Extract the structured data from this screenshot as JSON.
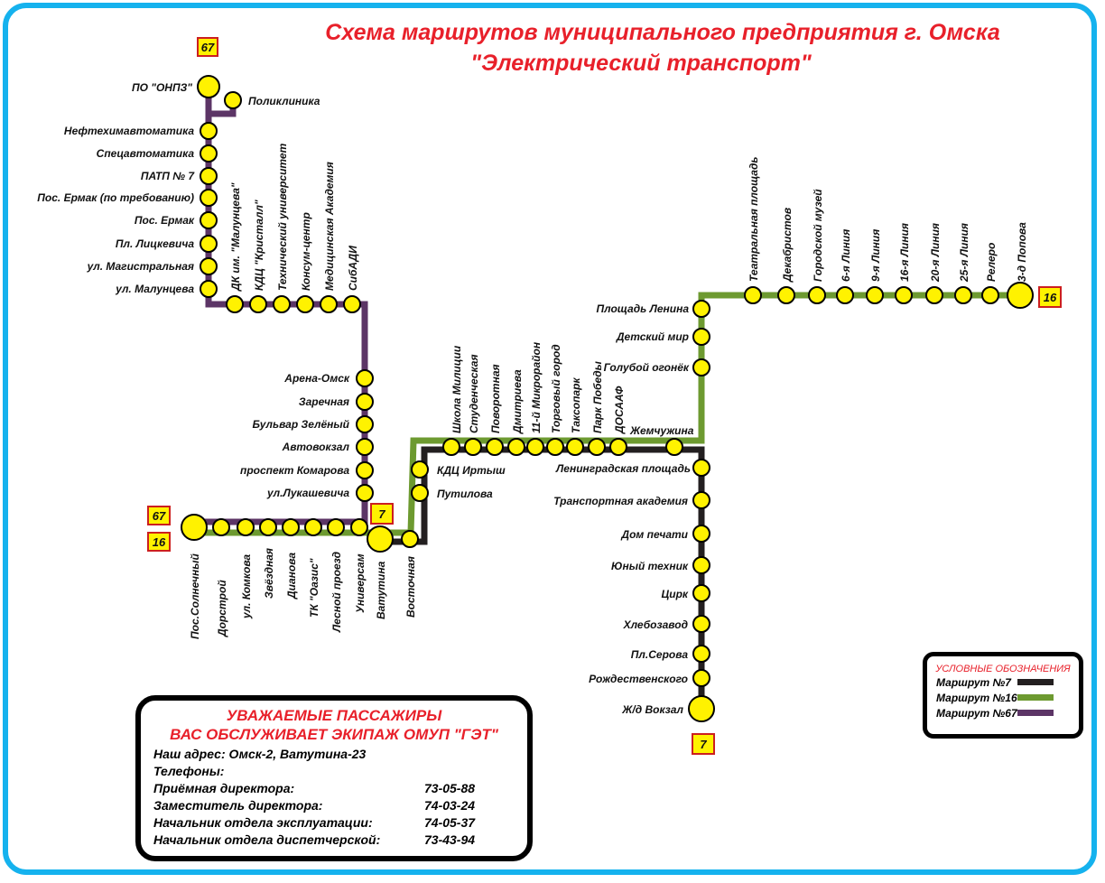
{
  "title": [
    "Схема маршрутов муниципального предприятия г. Омска",
    "\"Электрический транспорт\""
  ],
  "colors": {
    "route7": "#231f20",
    "route16": "#6d9a30",
    "route67": "#5c3566",
    "stop": "#fff200",
    "accent": "#e8202a",
    "frame": "#15b2ee",
    "badge_bg": "#fff200",
    "badge_border": "#cc1f1f"
  },
  "badges": [
    {
      "id": "b67-top",
      "text": "67"
    },
    {
      "id": "b67-left",
      "text": "67"
    },
    {
      "id": "b16-left",
      "text": "16"
    },
    {
      "id": "b7-center",
      "text": "7"
    },
    {
      "id": "b7-bottom",
      "text": "7"
    },
    {
      "id": "b16-right",
      "text": "16"
    }
  ],
  "stops": [
    {
      "id": "onpz",
      "name": "ПО \"ОНПЗ\""
    },
    {
      "id": "poliklinika",
      "name": "Поликлиника"
    },
    {
      "id": "neftekhim",
      "name": "Нефтехимавтоматика"
    },
    {
      "id": "spetsavto",
      "name": "Спецавтоматика"
    },
    {
      "id": "patp7",
      "name": "ПАТП № 7"
    },
    {
      "id": "ermak-req",
      "name": "Пос. Ермак (по требованию)"
    },
    {
      "id": "ermak",
      "name": "Пос. Ермак"
    },
    {
      "id": "litskevicha",
      "name": "Пл. Лицкевича"
    },
    {
      "id": "magistralnaya",
      "name": "ул. Магистральная"
    },
    {
      "id": "maluntseva",
      "name": "ул. Малунцева"
    },
    {
      "id": "dk-maluntseva",
      "name": "ДК им. \"Малунцева\""
    },
    {
      "id": "kdc-kristall",
      "name": "КДЦ \"Кристалл\""
    },
    {
      "id": "tech-univer",
      "name": "Технический университет"
    },
    {
      "id": "konsum",
      "name": "Консум-центр"
    },
    {
      "id": "med-akademiya",
      "name": "Медицинская Академия"
    },
    {
      "id": "sibadi",
      "name": "СибАДИ"
    },
    {
      "id": "arena",
      "name": "Арена-Омск"
    },
    {
      "id": "zarechnaya",
      "name": "Заречная"
    },
    {
      "id": "bulvar",
      "name": "Бульвар Зелёный"
    },
    {
      "id": "avtovokzal",
      "name": "Автовокзал"
    },
    {
      "id": "komarova",
      "name": "проспект Комарова"
    },
    {
      "id": "lukashevicha",
      "name": "ул.Лукашевича"
    },
    {
      "id": "solnechny",
      "name": "Пос.Солнечный"
    },
    {
      "id": "dorstroy",
      "name": "Дорстрой"
    },
    {
      "id": "komkova",
      "name": "ул. Комкова"
    },
    {
      "id": "zvezdnaya",
      "name": "Звёздная"
    },
    {
      "id": "dianova",
      "name": "Дианова"
    },
    {
      "id": "oazis",
      "name": "ТК \"Оазис\""
    },
    {
      "id": "lesnoy",
      "name": "Лесной проезд"
    },
    {
      "id": "universam",
      "name": "Универсам"
    },
    {
      "id": "vatutina",
      "name": "Ватутина"
    },
    {
      "id": "vostochnaya",
      "name": "Восточная"
    },
    {
      "id": "kdc-irtysh",
      "name": "КДЦ Иртыш"
    },
    {
      "id": "putilova",
      "name": "Путилова"
    },
    {
      "id": "shkola-militsii",
      "name": "Школа Милиции"
    },
    {
      "id": "studencheskaya",
      "name": "Студенческая"
    },
    {
      "id": "povorotnaya",
      "name": "Поворотная"
    },
    {
      "id": "dmitrieva",
      "name": "Дмитриева"
    },
    {
      "id": "mikrorayon11",
      "name": "11-й Микрорайон"
    },
    {
      "id": "torgovy-gorod",
      "name": "Торговый город"
    },
    {
      "id": "taksopark",
      "name": "Таксопарк"
    },
    {
      "id": "park-pobedy",
      "name": "Парк Победы"
    },
    {
      "id": "dosaaf",
      "name": "ДОСААФ"
    },
    {
      "id": "zhemchuzhina",
      "name": "Жемчужина"
    },
    {
      "id": "lenina",
      "name": "Площадь Ленина"
    },
    {
      "id": "detsky-mir",
      "name": "Детский мир"
    },
    {
      "id": "goluboy",
      "name": "Голубой огонёк"
    },
    {
      "id": "teatralnaya",
      "name": "Театральная площадь"
    },
    {
      "id": "dekabristov",
      "name": "Декабристов"
    },
    {
      "id": "gor-muzey",
      "name": "Городской музей"
    },
    {
      "id": "liniya6",
      "name": "6-я Линия"
    },
    {
      "id": "liniya9",
      "name": "9-я Линия"
    },
    {
      "id": "liniya16",
      "name": "16-я Линия"
    },
    {
      "id": "liniya20",
      "name": "20-я Линия"
    },
    {
      "id": "liniya25",
      "name": "25-я Линия"
    },
    {
      "id": "relero",
      "name": "Релеро"
    },
    {
      "id": "popova3",
      "name": "3-д Попова"
    },
    {
      "id": "leningradskaya",
      "name": "Ленинградская площадь"
    },
    {
      "id": "transport-akad",
      "name": "Транспортная академия"
    },
    {
      "id": "dom-pechati",
      "name": "Дом печати"
    },
    {
      "id": "yuny-tekhnik",
      "name": "Юный техник"
    },
    {
      "id": "tsirk",
      "name": "Цирк"
    },
    {
      "id": "khlebozavod",
      "name": "Хлебозавод"
    },
    {
      "id": "serova",
      "name": "Пл.Серова"
    },
    {
      "id": "rozhdestvenskogo",
      "name": "Рождественского"
    },
    {
      "id": "vokzal",
      "name": "Ж/д Вокзал"
    }
  ],
  "info": {
    "heading1": "УВАЖАЕМЫЕ ПАССАЖИРЫ",
    "heading2": "ВАС ОБСЛУЖИВАЕТ ЭКИПАЖ ОМУП \"ГЭТ\"",
    "address": "Наш адрес: Омск-2, Ватутина-23",
    "phones_label": "Телефоны:",
    "contacts": [
      {
        "role": "Приёмная директора:",
        "phone": "73-05-88"
      },
      {
        "role": "Заместитель директора:",
        "phone": "74-03-24"
      },
      {
        "role": "Начальник отдела эксплуатации:",
        "phone": "74-05-37"
      },
      {
        "role": "Начальник отдела диспетчерской:",
        "phone": "73-43-94"
      }
    ]
  },
  "legend": {
    "title": "УСЛОВНЫЕ ОБОЗНАЧЕНИЯ",
    "items": [
      {
        "label": "Маршрут №7",
        "color": "#231f20"
      },
      {
        "label": "Маршрут №16",
        "color": "#6d9a30"
      },
      {
        "label": "Маршрут №67",
        "color": "#5c3566"
      }
    ]
  }
}
